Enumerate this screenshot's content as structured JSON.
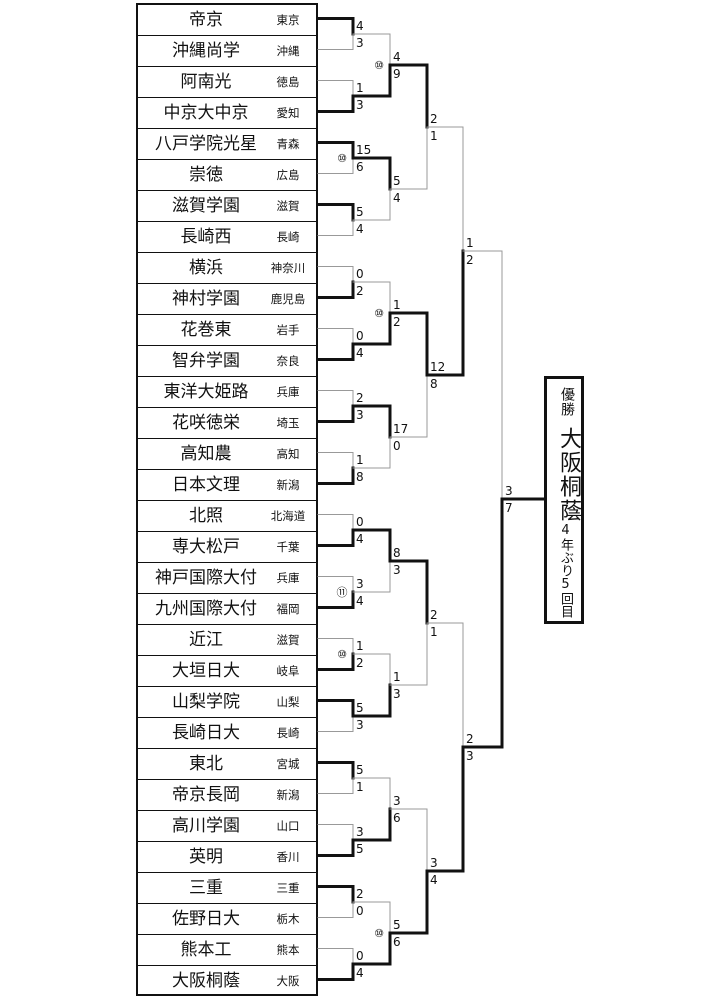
{
  "teams": [
    {
      "name": "帝京",
      "pref": "東京"
    },
    {
      "name": "沖縄尚学",
      "pref": "沖縄"
    },
    {
      "name": "阿南光",
      "pref": "徳島"
    },
    {
      "name": "中京大中京",
      "pref": "愛知"
    },
    {
      "name": "八戸学院光星",
      "pref": "青森"
    },
    {
      "name": "崇徳",
      "pref": "広島"
    },
    {
      "name": "滋賀学園",
      "pref": "滋賀"
    },
    {
      "name": "長崎西",
      "pref": "長崎"
    },
    {
      "name": "横浜",
      "pref": "神奈川"
    },
    {
      "name": "神村学園",
      "pref": "鹿児島"
    },
    {
      "name": "花巻東",
      "pref": "岩手"
    },
    {
      "name": "智弁学園",
      "pref": "奈良"
    },
    {
      "name": "東洋大姫路",
      "pref": "兵庫"
    },
    {
      "name": "花咲徳栄",
      "pref": "埼玉"
    },
    {
      "name": "高知農",
      "pref": "高知"
    },
    {
      "name": "日本文理",
      "pref": "新潟"
    },
    {
      "name": "北照",
      "pref": "北海道"
    },
    {
      "name": "専大松戸",
      "pref": "千葉"
    },
    {
      "name": "神戸国際大付",
      "pref": "兵庫"
    },
    {
      "name": "九州国際大付",
      "pref": "福岡"
    },
    {
      "name": "近江",
      "pref": "滋賀"
    },
    {
      "name": "大垣日大",
      "pref": "岐阜"
    },
    {
      "name": "山梨学院",
      "pref": "山梨"
    },
    {
      "name": "長崎日大",
      "pref": "長崎"
    },
    {
      "name": "東北",
      "pref": "宮城"
    },
    {
      "name": "帝京長岡",
      "pref": "新潟"
    },
    {
      "name": "高川学園",
      "pref": "山口"
    },
    {
      "name": "英明",
      "pref": "香川"
    },
    {
      "name": "三重",
      "pref": "三重"
    },
    {
      "name": "佐野日大",
      "pref": "栃木"
    },
    {
      "name": "熊本工",
      "pref": "熊本"
    },
    {
      "name": "大阪桐蔭",
      "pref": "大阪"
    }
  ],
  "rounds": [
    [
      {
        "top": "4",
        "bottom": "3",
        "winner": 0
      },
      {
        "top": "1",
        "bottom": "3",
        "winner": 1
      },
      {
        "top": "15",
        "bottom": "6",
        "winner": 0,
        "innings": "⑩"
      },
      {
        "top": "5",
        "bottom": "4",
        "winner": 0
      },
      {
        "top": "0",
        "bottom": "2",
        "winner": 1
      },
      {
        "top": "0",
        "bottom": "4",
        "winner": 1
      },
      {
        "top": "2",
        "bottom": "3",
        "winner": 1
      },
      {
        "top": "1",
        "bottom": "8",
        "winner": 1
      },
      {
        "top": "0",
        "bottom": "4",
        "winner": 1
      },
      {
        "top": "3",
        "bottom": "4",
        "winner": 1,
        "innings": "⑪"
      },
      {
        "top": "1",
        "bottom": "2",
        "winner": 1,
        "innings": "⑩"
      },
      {
        "top": "5",
        "bottom": "3",
        "winner": 0
      },
      {
        "top": "5",
        "bottom": "1",
        "winner": 0
      },
      {
        "top": "3",
        "bottom": "5",
        "winner": 1
      },
      {
        "top": "2",
        "bottom": "0",
        "winner": 0
      },
      {
        "top": "0",
        "bottom": "4",
        "winner": 1
      }
    ],
    [
      {
        "top": "4",
        "bottom": "9",
        "winner": 1,
        "innings": "⑩"
      },
      {
        "top": "5",
        "bottom": "4",
        "winner": 0
      },
      {
        "top": "1",
        "bottom": "2",
        "winner": 1,
        "innings": "⑩"
      },
      {
        "top": "17",
        "bottom": "0",
        "winner": 0
      },
      {
        "top": "8",
        "bottom": "3",
        "winner": 0
      },
      {
        "top": "1",
        "bottom": "3",
        "winner": 1
      },
      {
        "top": "3",
        "bottom": "6",
        "winner": 1
      },
      {
        "top": "5",
        "bottom": "6",
        "winner": 1,
        "innings": "⑩"
      }
    ],
    [
      {
        "top": "2",
        "bottom": "1",
        "winner": 0
      },
      {
        "top": "12",
        "bottom": "8",
        "winner": 0
      },
      {
        "top": "2",
        "bottom": "1",
        "winner": 0
      },
      {
        "top": "3",
        "bottom": "4",
        "winner": 1
      }
    ],
    [
      {
        "top": "1",
        "bottom": "2",
        "winner": 1
      },
      {
        "top": "2",
        "bottom": "3",
        "winner": 1
      }
    ],
    [
      {
        "top": "3",
        "bottom": "7",
        "winner": 1
      }
    ]
  ],
  "champion": {
    "label": "優勝",
    "team": "大阪桐蔭",
    "streak": "4年ぶり5回目"
  }
}
